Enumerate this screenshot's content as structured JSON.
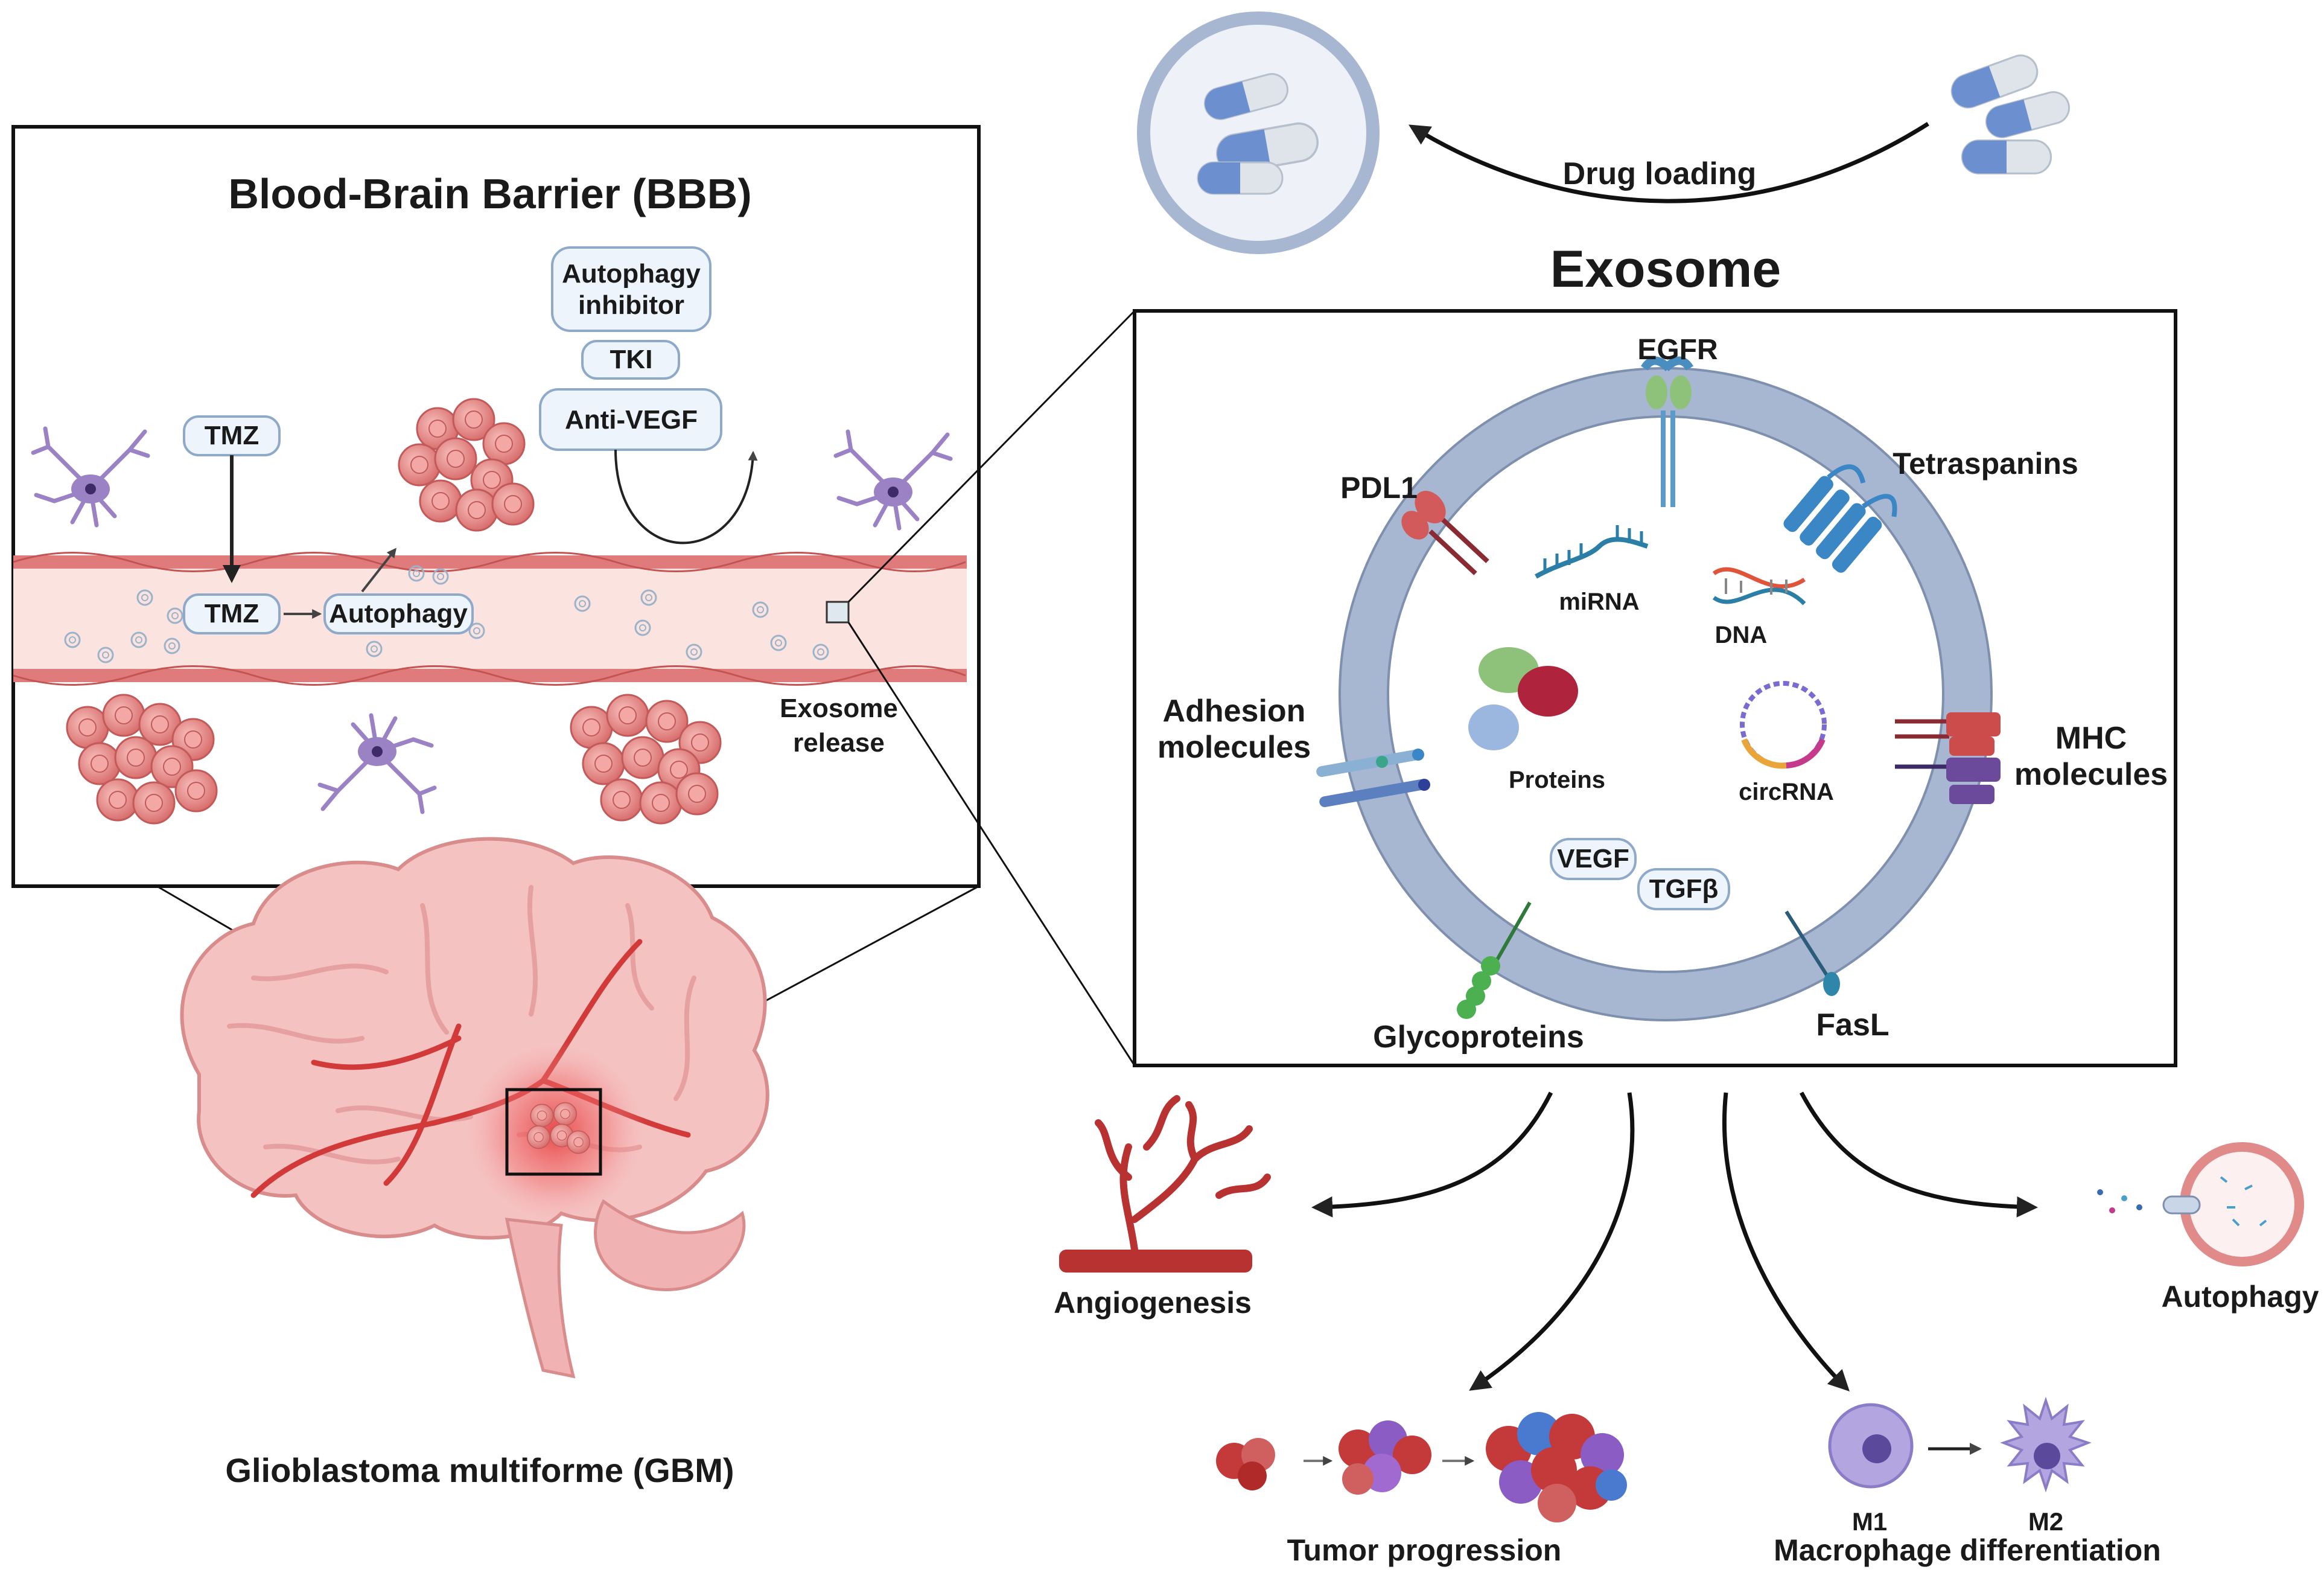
{
  "bbb": {
    "title": "Blood-Brain Barrier (BBB)",
    "tmz_top": "TMZ",
    "tmz_vessel": "TMZ",
    "autophagy_vessel": "Autophagy",
    "autophagy_inhibitor_line1": "Autophagy",
    "autophagy_inhibitor_line2": "inhibitor",
    "tki": "TKI",
    "anti_vegf": "Anti-VEGF",
    "exosome_release_line1": "Exosome",
    "exosome_release_line2": "release"
  },
  "brain": {
    "caption": "Glioblastoma multiforme (GBM)"
  },
  "drug_loading": {
    "label": "Drug loading"
  },
  "exosome": {
    "title": "Exosome",
    "surface": {
      "egfr": "EGFR",
      "pdl1": "PDL1",
      "tetraspanins": "Tetraspanins",
      "adhesion_line1": "Adhesion",
      "adhesion_line2": "molecules",
      "mhc_line1": "MHC",
      "mhc_line2": "molecules",
      "glycoproteins": "Glycoproteins",
      "fasl": "FasL"
    },
    "cargo": {
      "mirna": "miRNA",
      "dna": "DNA",
      "proteins": "Proteins",
      "circrna": "circRNA",
      "vegf": "VEGF",
      "tgfb": "TGFβ"
    }
  },
  "effects": {
    "angiogenesis": "Angiogenesis",
    "autophagy": "Autophagy",
    "tumor_progression": "Tumor progression",
    "m1": "M1",
    "m2": "M2",
    "macrophage": "Macrophage differentiation"
  },
  "colors": {
    "vessel_wall": "#e07b7b",
    "vessel_lumen": "#fbe3e0",
    "tumor": "#e8908f",
    "astrocyte": "#9b82c4",
    "membrane": "#a7b7d1",
    "pill_border": "#8fa9c8",
    "blue_capsule": "#6b8fcf"
  }
}
